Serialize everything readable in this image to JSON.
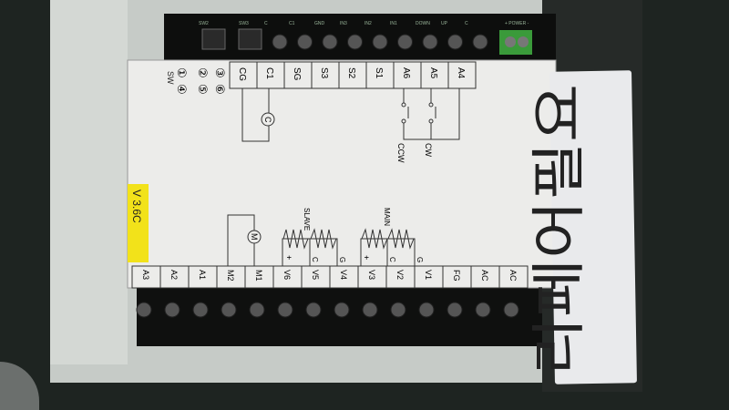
{
  "top_terminals": [
    "CG",
    "C1",
    "SG",
    "S3",
    "S2",
    "S1",
    "A6",
    "A5",
    "A4"
  ],
  "bottom_terminals": [
    "A3",
    "A2",
    "A1",
    "M2",
    "M1",
    "V6",
    "V5",
    "V4",
    "V3",
    "V2",
    "V1",
    "FG",
    "AC",
    "AC"
  ],
  "board_labels": [
    "SW2",
    "SW3",
    "C",
    "C1",
    "GND",
    "IN3",
    "IN2",
    "IN1",
    "DOWN",
    "UP",
    "C",
    "+ POWER -"
  ],
  "switch_labels": {
    "sw": "SW",
    "nums": [
      "①",
      "②",
      "③",
      "④",
      "⑤",
      "⑥"
    ]
  },
  "diagram": {
    "ccw": "CCW",
    "cw": "CW",
    "capacitor": "C",
    "motor": "M",
    "slave": "SLAVE",
    "main": "MAIN",
    "plus": "+",
    "c": "C",
    "g": "G"
  },
  "version": "V 3.6C",
  "note_label": "리페어필요",
  "colors": {
    "label_bg": "#eeeeec",
    "version_bg": "#f2e21a",
    "casing": "#c9cdc9",
    "terminal_block": "#0e0f0e",
    "power_connector": "#3a9a3a"
  }
}
